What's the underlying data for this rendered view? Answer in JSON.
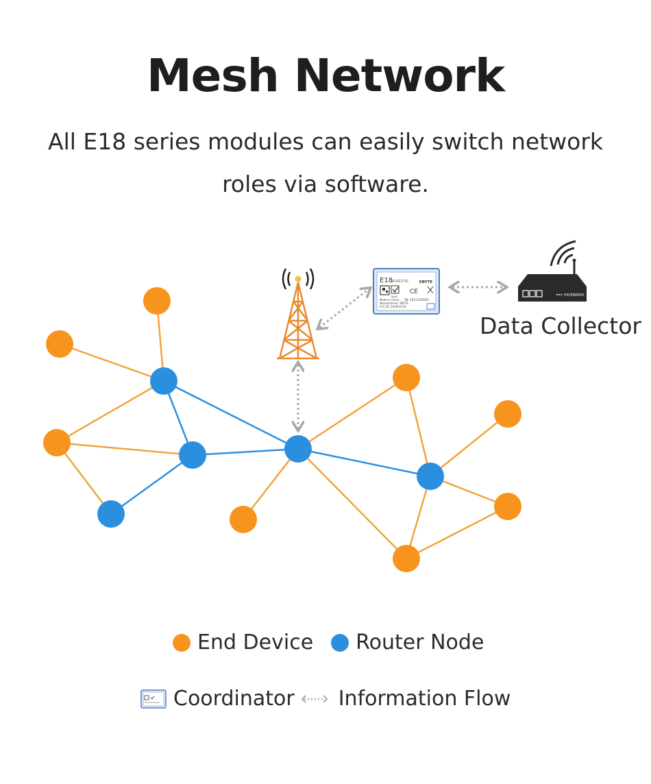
{
  "header": {
    "title": "Mesh Network",
    "subtitle": "All E18 series modules can easily switch network roles via software."
  },
  "colors": {
    "end_device": "#F7941D",
    "router_node": "#2B8FE0",
    "end_link": "#F2A33A",
    "router_link": "#2B8FE0",
    "flow_arrow": "#A8A8A8",
    "tower": "#E68A2E"
  },
  "diagram": {
    "data_collector_label": "Data Collector",
    "module_label": "E18",
    "module_model": "2G4Z27SI",
    "module_brand": "EBYTE",
    "module_made_in": "Made in China",
    "module_sn": "SN: 18112300001",
    "module_manufacturer": "Manufacturer: EBYTE",
    "module_fcc": "FCC ID: 2ALPH-E18",
    "module_rohs": "RoHS",
    "module_ce": "CE",
    "router_brand": "EXCENERGY",
    "icons": [
      "cell-tower-icon",
      "zigbee-module-icon",
      "router-gateway-icon",
      "wifi-signal-icon"
    ]
  },
  "legend": {
    "end_device": "End Device",
    "router_node": "Router Node",
    "coordinator": "Coordinator",
    "information_flow": "Information Flow"
  }
}
